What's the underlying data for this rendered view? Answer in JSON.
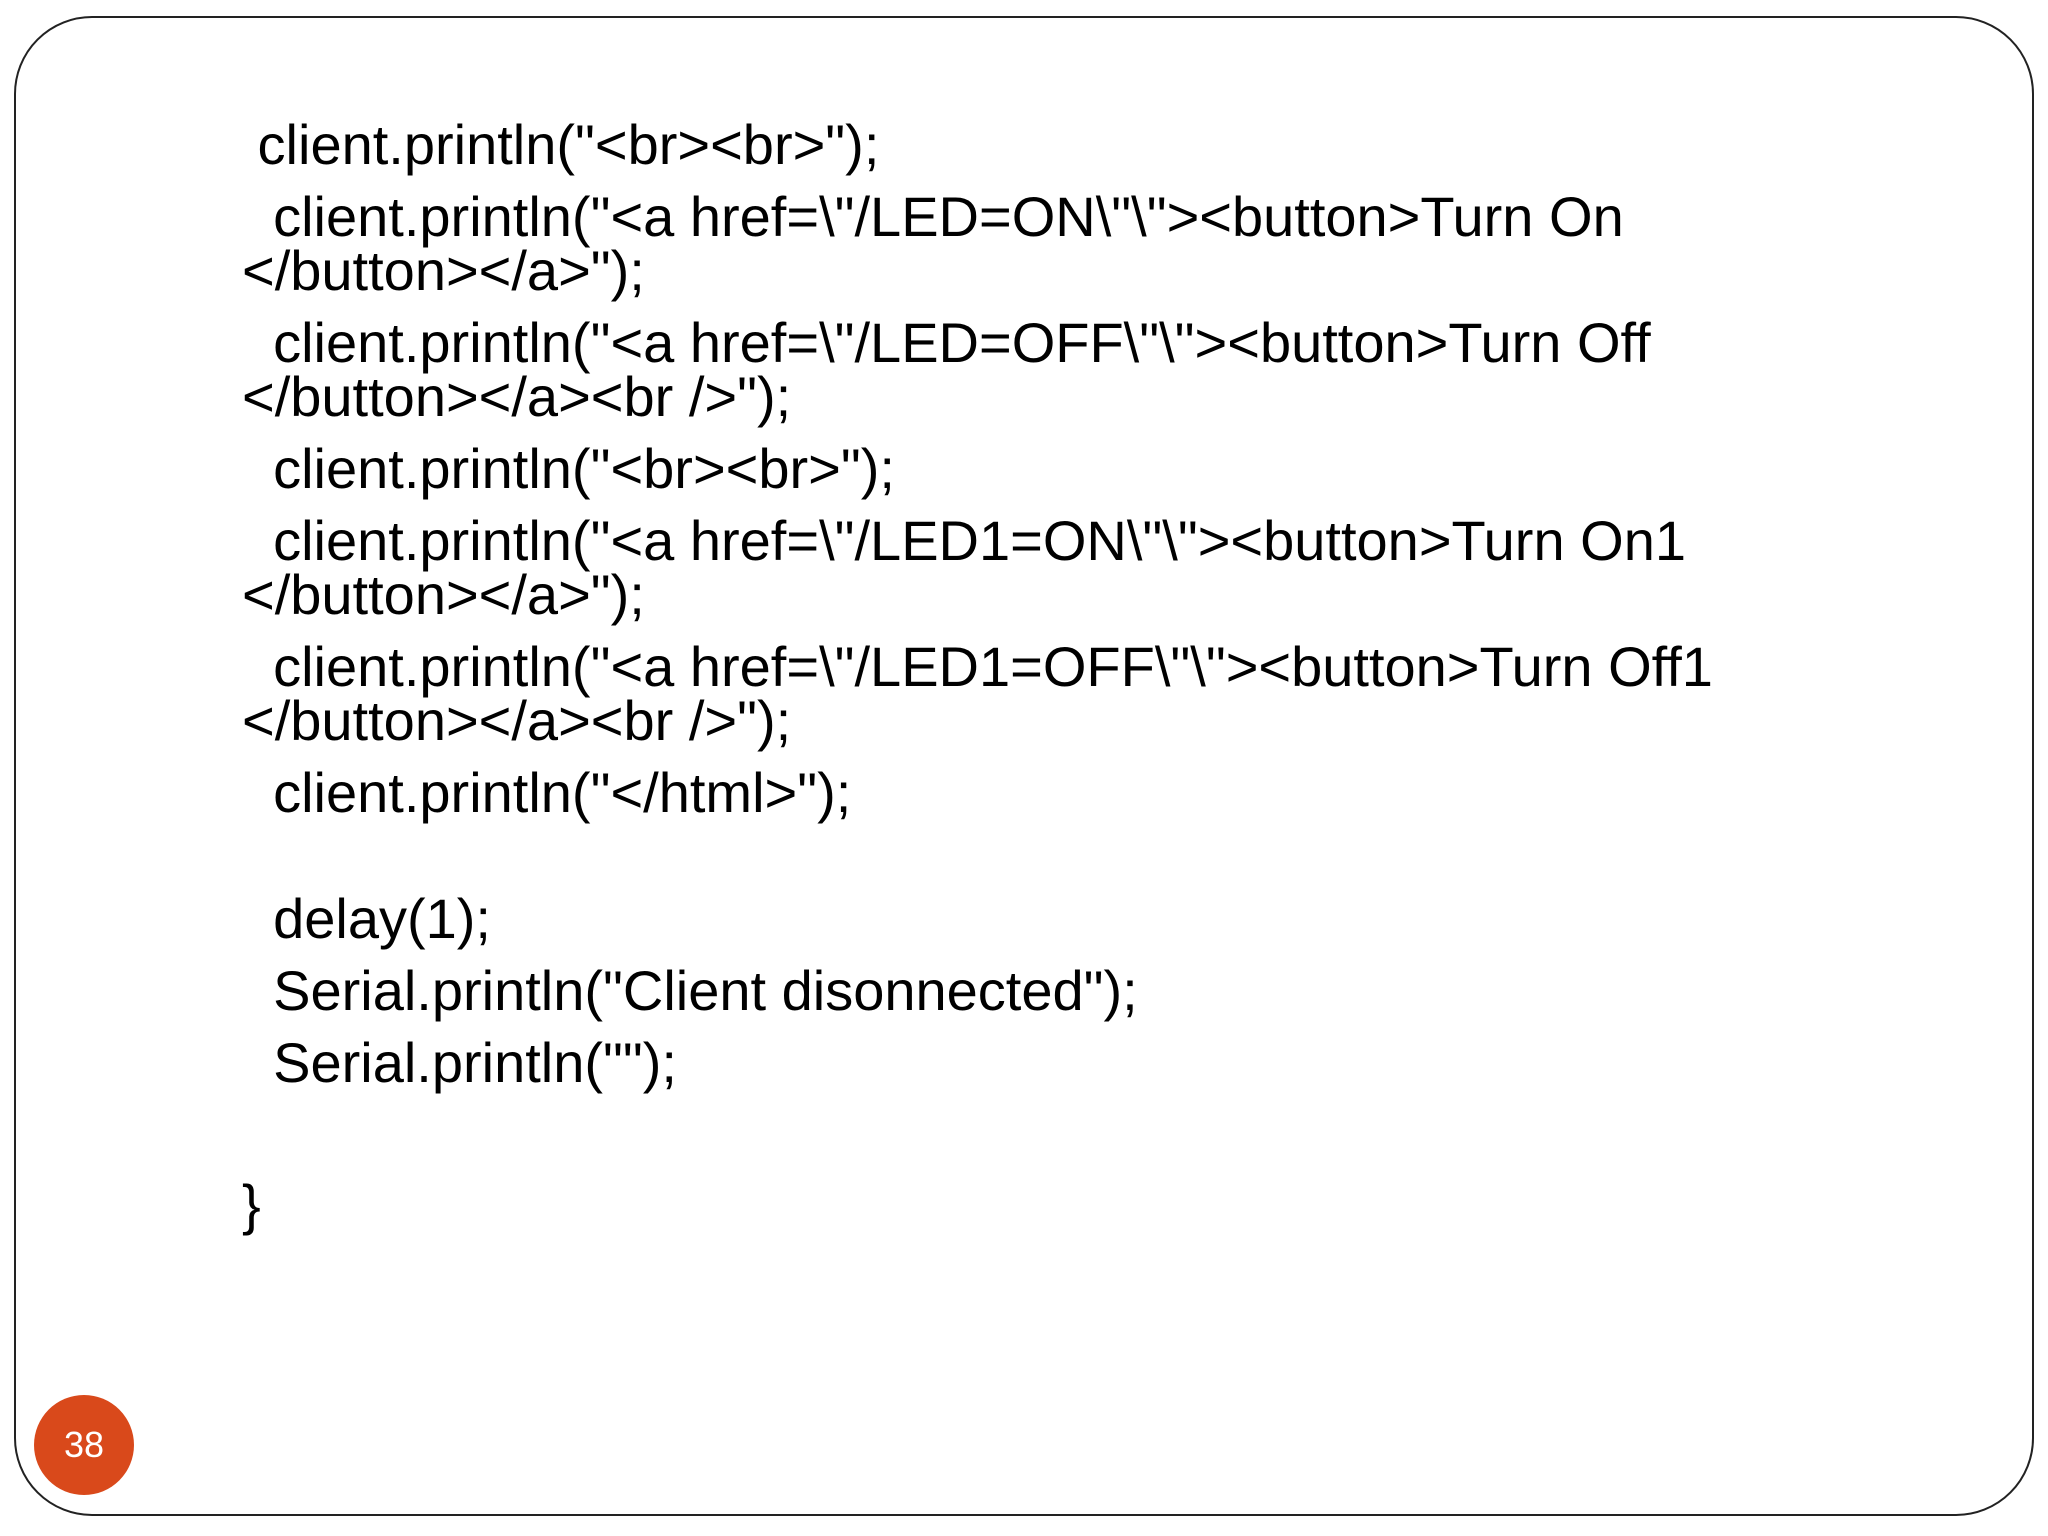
{
  "slide": {
    "code_lines": [
      " client.println(\"<br><br>\");",
      "  client.println(\"<a href=\\\"/LED=ON\\\"\\\"><button>Turn On",
      "</button></a>\");",
      "  client.println(\"<a href=\\\"/LED=OFF\\\"\\\"><button>Turn Off",
      "</button></a><br />\");",
      "  client.println(\"<br><br>\");",
      "  client.println(\"<a href=\\\"/LED1=ON\\\"\\\"><button>Turn On1",
      "</button></a>\");",
      "  client.println(\"<a href=\\\"/LED1=OFF\\\"\\\"><button>Turn Off1",
      "</button></a><br />\");",
      "  client.println(\"</html>\");",
      "  delay(1);",
      "  Serial.println(\"Client disonnected\");",
      "  Serial.println(\"\");",
      "}"
    ],
    "page_number": "38",
    "accent_color": "#d9491b"
  }
}
